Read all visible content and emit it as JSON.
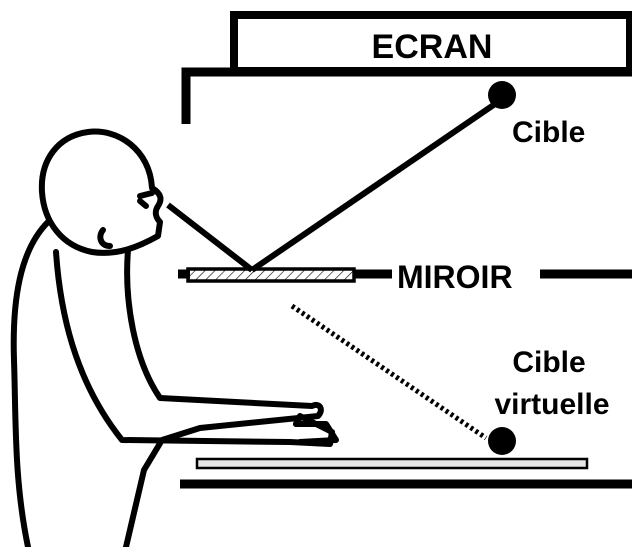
{
  "labels": {
    "screen": "ECRAN",
    "target": "Cible",
    "mirror": "MIROIR",
    "virtual_target_line1": "Cible",
    "virtual_target_line2": "virtuelle"
  },
  "colors": {
    "ink": "#000000",
    "background": "#ffffff",
    "table_fill": "#e6e6e6"
  }
}
